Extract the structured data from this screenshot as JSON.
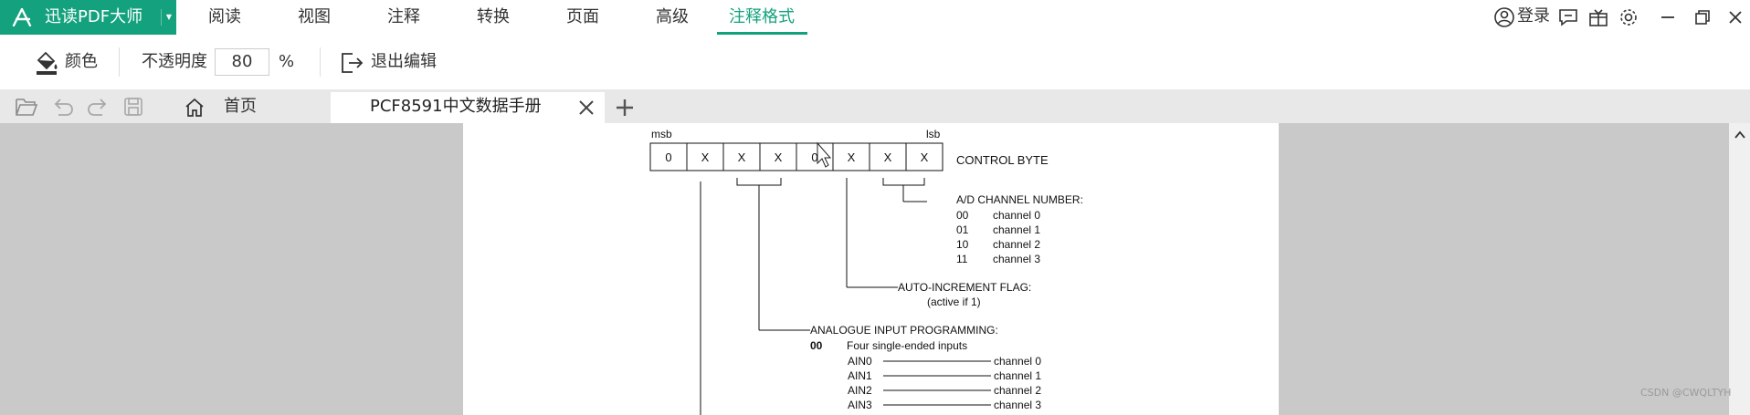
{
  "app": {
    "brand_name": "迅读PDF大师",
    "brand_color": "#14a17d"
  },
  "menu": {
    "items": [
      "阅读",
      "视图",
      "注释",
      "转换",
      "页面",
      "高级",
      "注释格式"
    ],
    "active_index": 6
  },
  "window": {
    "login_label": "登录"
  },
  "toolbar": {
    "color_label": "颜色",
    "opacity_label": "不透明度",
    "opacity_value": "80",
    "percent_label": "%",
    "exit_label": "退出编辑"
  },
  "tabs": {
    "home_label": "首页",
    "active_tab_label": "PCF8591中文数据手册"
  },
  "document": {
    "msb_label": "msb",
    "lsb_label": "lsb",
    "bits": [
      "0",
      "X",
      "X",
      "X",
      "0",
      "X",
      "X",
      "X"
    ],
    "control_byte_label": "CONTROL BYTE",
    "ad_channel_title": "A/D CHANNEL NUMBER:",
    "ad_channels": [
      {
        "code": "00",
        "name": "channel 0"
      },
      {
        "code": "01",
        "name": "channel 1"
      },
      {
        "code": "10",
        "name": "channel 2"
      },
      {
        "code": "11",
        "name": "channel 3"
      }
    ],
    "auto_increment_title": "AUTO-INCREMENT FLAG:",
    "auto_increment_note": "(active if 1)",
    "analogue_title": "ANALOGUE INPUT PROGRAMMING:",
    "analogue_mode_code": "00",
    "analogue_mode_name": "Four single-ended inputs",
    "analogue_inputs": [
      {
        "input": "AIN0",
        "channel": "channel 0"
      },
      {
        "input": "AIN1",
        "channel": "channel 1"
      },
      {
        "input": "AIN2",
        "channel": "channel 2"
      },
      {
        "input": "AIN3",
        "channel": "channel 3"
      }
    ]
  },
  "overlay": {
    "watermark": "CSDN @CWQLTYH"
  }
}
